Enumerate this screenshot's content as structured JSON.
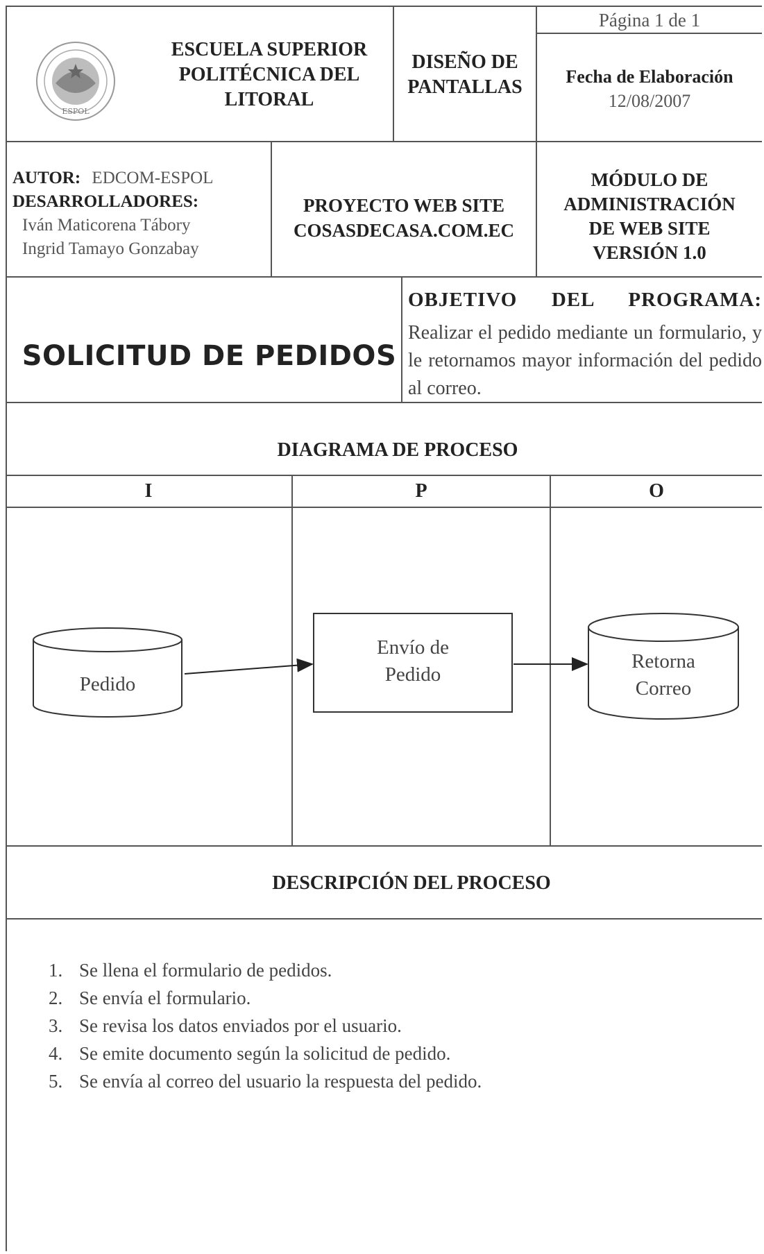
{
  "header": {
    "institution_lines": [
      "ESCUELA SUPERIOR",
      "POLITÉCNICA DEL",
      "LITORAL"
    ],
    "logo_text": "ESPOL",
    "doc_type_lines": [
      "DISEÑO DE",
      "PANTALLAS"
    ],
    "page_label": "Página 1 de 1",
    "date_label": "Fecha de Elaboración",
    "date_value": "12/08/2007"
  },
  "info": {
    "author_label": "AUTOR:",
    "author_value": "EDCOM-ESPOL",
    "developers_label": "DESARROLLADORES:",
    "developers": [
      "Iván Maticorena Tábory",
      "Ingrid Tamayo Gonzabay"
    ],
    "project_lines": [
      "PROYECTO WEB SITE",
      "COSASDECASA.COM.EC"
    ],
    "module_lines": [
      "MÓDULO DE",
      "ADMINISTRACIÓN",
      "DE WEB SITE",
      "VERSIÓN 1.0"
    ]
  },
  "program": {
    "title": "SOLICITUD DE PEDIDOS",
    "objective_label": "OBJETIVO DEL PROGRAMA:",
    "objective_text": "Realizar el pedido mediante un formulario, y le retornamos mayor información del pedido al correo."
  },
  "diagram": {
    "title": "DIAGRAMA DE PROCESO",
    "columns": [
      "I",
      "P",
      "O"
    ],
    "input_node": "Pedido",
    "process_node_lines": [
      "Envío de",
      "Pedido"
    ],
    "output_node_lines": [
      "Retorna",
      "Correo"
    ]
  },
  "description": {
    "title": "DESCRIPCIÓN DEL PROCESO",
    "steps": [
      {
        "num": "1.",
        "text": "Se llena el formulario de pedidos."
      },
      {
        "num": "2.",
        "text": "Se envía el formulario."
      },
      {
        "num": "3.",
        "text": "Se revisa los datos enviados por el usuario."
      },
      {
        "num": "4.",
        "text": "Se emite documento según la solicitud de pedido."
      },
      {
        "num": "5.",
        "text": "Se envía al correo del usuario la respuesta del pedido."
      }
    ]
  }
}
